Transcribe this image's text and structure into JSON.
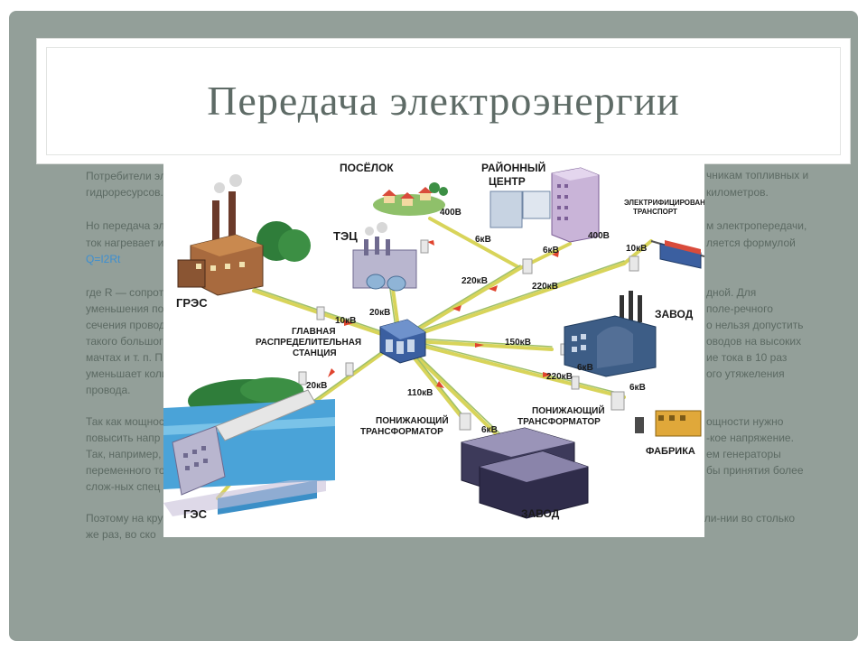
{
  "slide": {
    "title": "Передача электроэнергии",
    "paragraphs": {
      "p1_l1": "Потребители эл",
      "p1_l1r": "чникам топливных и",
      "p1_l2": "гидроресурсов.",
      "p1_l2r": "километров.",
      "p2_l1": "Но передача эл",
      "p2_l1r": "м электропередачи,",
      "p2_l2": "ток нагревает и",
      "p2_l2r": "ляется формулой",
      "formula": "Q=I2Rt",
      "p3_l1": "где R — сопрот",
      "p3_l1r": "дной. Для",
      "p3_l2": "уменьшения по",
      "p3_l2r": "поле-речного",
      "p3_l3": "сечения провод",
      "p3_l3r": "о нельзя допустить",
      "p3_l4": "такого большог",
      "p3_l4r": "оводов на высоких",
      "p3_l5": "мачтах и т. п. П",
      "p3_l5r": "ие тока в 10 раз",
      "p3_l6": "уменьшает коли",
      "p3_l6r": "ого утяжеления",
      "p3_l7": "провода.",
      "p4_l1": "Так как мощнос",
      "p4_l1r": "ощности нужно",
      "p4_l2": "повысить напр",
      "p4_l2r": "-кое напряжение.",
      "p4_l3": "Так, например,",
      "p4_l3r": "ем генераторы",
      "p4_l4": "переменного то",
      "p4_l4r": "бы принятия более",
      "p4_l5": "слож-ных спец",
      "p5_l1": "Поэтому на кру",
      "p5_l1r": "в ли-нии во столько",
      "p5_l2": "же раз, во ско"
    }
  },
  "diagram": {
    "labels": {
      "poselok": "ПОСЁЛОК",
      "rayon_1": "РАЙОННЫЙ",
      "rayon_2": "ЦЕНТР",
      "transport_1": "ЭЛЕКТРИФИЦИРОВАННЫЙ",
      "transport_2": "ТРАНСПОРТ",
      "tec": "ТЭЦ",
      "gres": "ГРЭС",
      "zavod_right": "ЗАВОД",
      "main_1": "ГЛАВНАЯ",
      "main_2": "РАСПРЕДЕЛИТЕЛЬНАЯ",
      "main_3": "СТАНЦИЯ",
      "step_left_1": "ПОНИЖАЮЩИЙ",
      "step_left_2": "ТРАНСФОРМАТОР",
      "step_right_1": "ПОНИЖАЮЩИЙ",
      "step_right_2": "ТРАНСФОРМАТОР",
      "fabrika": "ФАБРИКА",
      "ges": "ГЭС",
      "zavod_bottom": "ЗАВОД"
    },
    "voltages": {
      "v400_poselok": "400В",
      "v6_upper": "6кВ",
      "v6_center": "6кВ",
      "v400_center": "400В",
      "v10_transport": "10кВ",
      "v220_upper": "220кВ",
      "v220_right": "220кВ",
      "v20_tec": "20кВ",
      "v10_gres": "10кВ",
      "v150": "150кВ",
      "v6_zavod": "6кВ",
      "v220_lower": "220кВ",
      "v6_fabrika": "6кВ",
      "v20_ges": "20кВ",
      "v110": "110кВ",
      "v6_bottom": "6кВ"
    }
  }
}
